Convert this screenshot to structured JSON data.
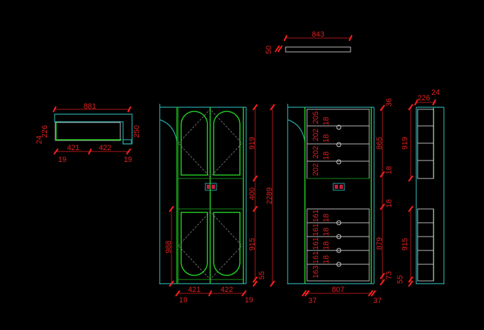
{
  "drawing": {
    "plan_view": {
      "width": "881",
      "depth_left": "226",
      "thickness_left": "24",
      "depth_right": "250",
      "half_left": "421",
      "half_right": "422",
      "side_left": "19",
      "side_right": "19"
    },
    "top_panel": {
      "width": "843",
      "thickness": "50"
    },
    "front_elevation": {
      "upper_door": "919",
      "middle": "400",
      "lower_door": "915",
      "plinth": "55",
      "total_height": "2289",
      "left_height": "988",
      "door_left": "421",
      "door_right": "422",
      "side_left": "19",
      "side_right": "19"
    },
    "interior_elevation": {
      "top_gap": "36",
      "upper_section": "865",
      "upper_bottom": "18",
      "lower_top": "18",
      "lower_section": "879",
      "bottom_gap": "73",
      "width": "807",
      "side_left": "37",
      "side_right": "37",
      "upper_shelves": [
        "205",
        "202",
        "202",
        "202"
      ],
      "upper_shelf_thickness": [
        "18",
        "18",
        "18"
      ],
      "lower_shelves": [
        "161",
        "161",
        "161",
        "161",
        "163"
      ],
      "lower_shelf_thickness": [
        "18",
        "18",
        "18",
        "18"
      ]
    },
    "side_section": {
      "depth": "226",
      "back": "24",
      "upper": "919",
      "lower": "915",
      "plinth": "55"
    }
  }
}
